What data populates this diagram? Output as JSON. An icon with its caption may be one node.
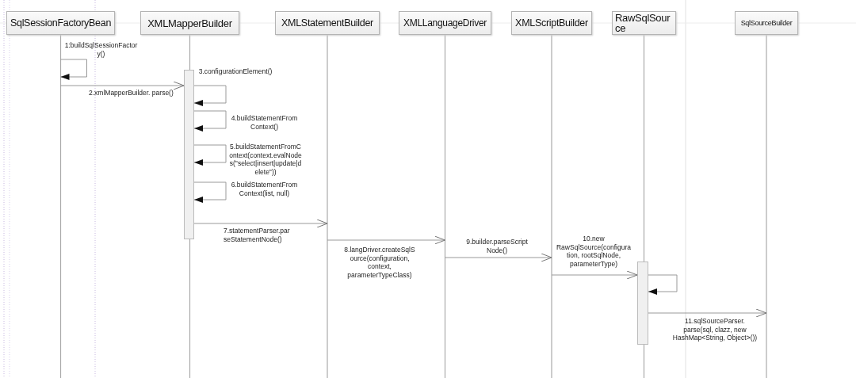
{
  "diagram": {
    "nodes": [
      {
        "text": [
          "SqlSessionFactoryBean"
        ]
      },
      {
        "text": [
          "XMLMapperBuilder"
        ]
      },
      {
        "text": [],
        "shape": "bar",
        "in": 1
      },
      {
        "text": [
          "XMLStatementBuilder"
        ]
      },
      {
        "text": [
          "XMLLanguageDriver"
        ]
      },
      {
        "text": [
          "XMLScriptBuilder"
        ]
      },
      {
        "text": [
          "RawSqlSource"
        ]
      },
      {
        "text": [],
        "shape": "bar",
        "in": 6
      },
      {
        "text": [
          "SqlSourceBuilder"
        ]
      }
    ],
    "edges": [
      {
        "from": 0,
        "to": 0,
        "arrow": "to",
        "label": "1:buildSqlSessionFactory()"
      },
      {
        "from": 0,
        "to": 2,
        "arrow": "to",
        "label": "2.xmlMapperBuilder. parse()"
      },
      {
        "from": 2,
        "to": 2,
        "arrow": "to",
        "label": "3.configurationElement()"
      },
      {
        "from": 2,
        "to": 2,
        "arrow": "to",
        "label": "4.buildStatementFrom Context()"
      },
      {
        "from": 2,
        "to": 2,
        "arrow": "to",
        "label": "5.buildStatementFromContext(context.evalNodes(\"select|insert|update|delete\"))"
      },
      {
        "from": 2,
        "to": 2,
        "arrow": "to",
        "label": "6.buildStatementFrom Context(list, null)"
      },
      {
        "from": 2,
        "to": 3,
        "arrow": "to",
        "label": "7.statementParser.parseStatementNode()"
      },
      {
        "from": 3,
        "to": 4,
        "arrow": "to",
        "label": "8.langDriver.createSqlSource(configuration, context, parameterTypeClass)"
      },
      {
        "from": 4,
        "to": 5,
        "arrow": "to",
        "label": "9.builder.parseScript Node()"
      },
      {
        "from": 5,
        "to": 7,
        "arrow": "to",
        "label": "10.new RawSqlSource(configuration, rootSqlNode, parameterType)"
      },
      {
        "from": 7,
        "to": 7,
        "arrow": "to"
      },
      {
        "from": 7,
        "to": 8,
        "arrow": "to",
        "label": "11.sqlSourceParser. parse(sql, clazz, new HashMap<String, Object>())"
      }
    ]
  }
}
